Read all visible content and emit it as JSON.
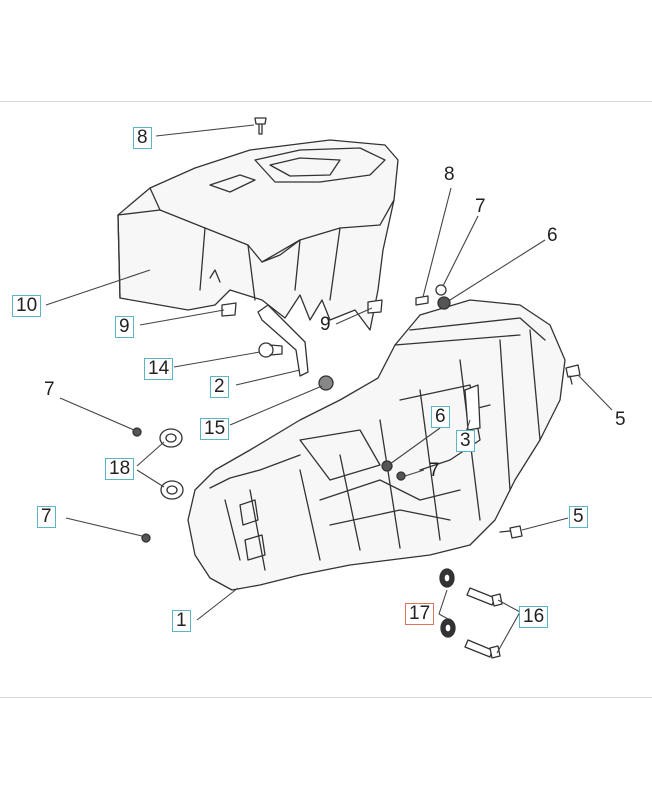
{
  "callouts": [
    {
      "id": "c8a",
      "label": "8",
      "style": "boxed"
    },
    {
      "id": "c8b",
      "label": "8",
      "style": "plain"
    },
    {
      "id": "c7a",
      "label": "7",
      "style": "plain"
    },
    {
      "id": "c6a",
      "label": "6",
      "style": "plain"
    },
    {
      "id": "c10",
      "label": "10",
      "style": "boxed"
    },
    {
      "id": "c9a",
      "label": "9",
      "style": "boxed"
    },
    {
      "id": "c9b",
      "label": "9",
      "style": "plain"
    },
    {
      "id": "c14",
      "label": "14",
      "style": "boxed"
    },
    {
      "id": "c2",
      "label": "2",
      "style": "boxed"
    },
    {
      "id": "c7b",
      "label": "7",
      "style": "plain"
    },
    {
      "id": "c15",
      "label": "15",
      "style": "boxed"
    },
    {
      "id": "c6b",
      "label": "6",
      "style": "boxed"
    },
    {
      "id": "c3",
      "label": "3",
      "style": "boxed"
    },
    {
      "id": "c5a",
      "label": "5",
      "style": "plain"
    },
    {
      "id": "c18",
      "label": "18",
      "style": "boxed"
    },
    {
      "id": "c7c",
      "label": "7",
      "style": "plain"
    },
    {
      "id": "c7d",
      "label": "7",
      "style": "boxed"
    },
    {
      "id": "c5b",
      "label": "5",
      "style": "boxed"
    },
    {
      "id": "c1",
      "label": "1",
      "style": "boxed"
    },
    {
      "id": "c17",
      "label": "17",
      "style": "boxed-red"
    },
    {
      "id": "c16",
      "label": "16",
      "style": "boxed"
    }
  ]
}
